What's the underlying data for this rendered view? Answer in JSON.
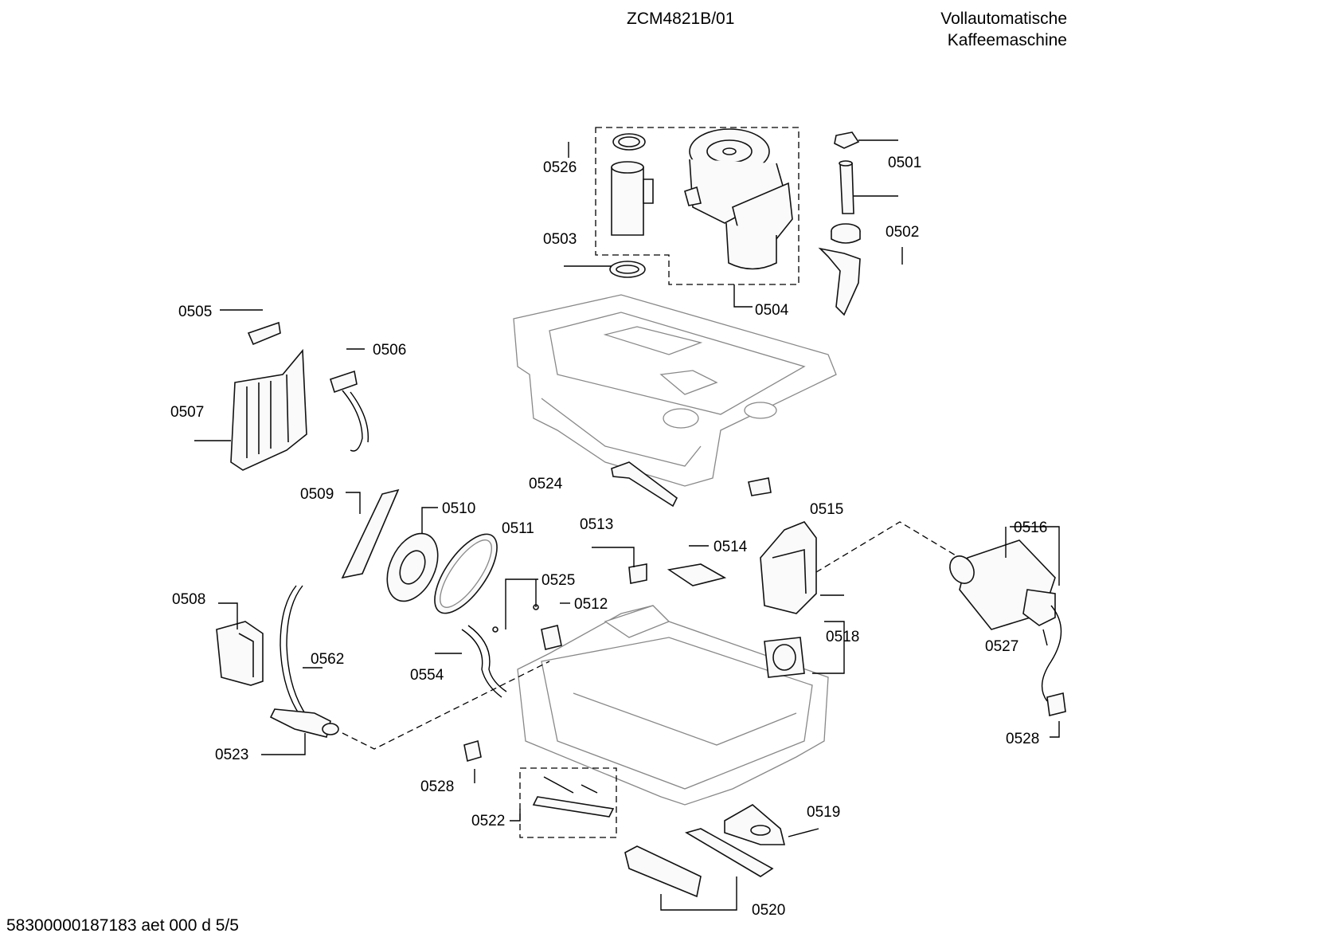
{
  "header": {
    "model": "ZCM4821B/01",
    "title_line1": "Vollautomatische",
    "title_line2": "Kaffeemaschine"
  },
  "footer": {
    "document_number": "58300000187183 aet 000 d 5/5"
  },
  "callouts": [
    "0501",
    "0502",
    "0503",
    "0504",
    "0505",
    "0506",
    "0507",
    "0508",
    "0509",
    "0510",
    "0511",
    "0512",
    "0513",
    "0514",
    "0515",
    "0516",
    "0518",
    "0519",
    "0520",
    "0522",
    "0523",
    "0524",
    "0525",
    "0526",
    "0527",
    "0528",
    "0528",
    "0554",
    "0562"
  ]
}
